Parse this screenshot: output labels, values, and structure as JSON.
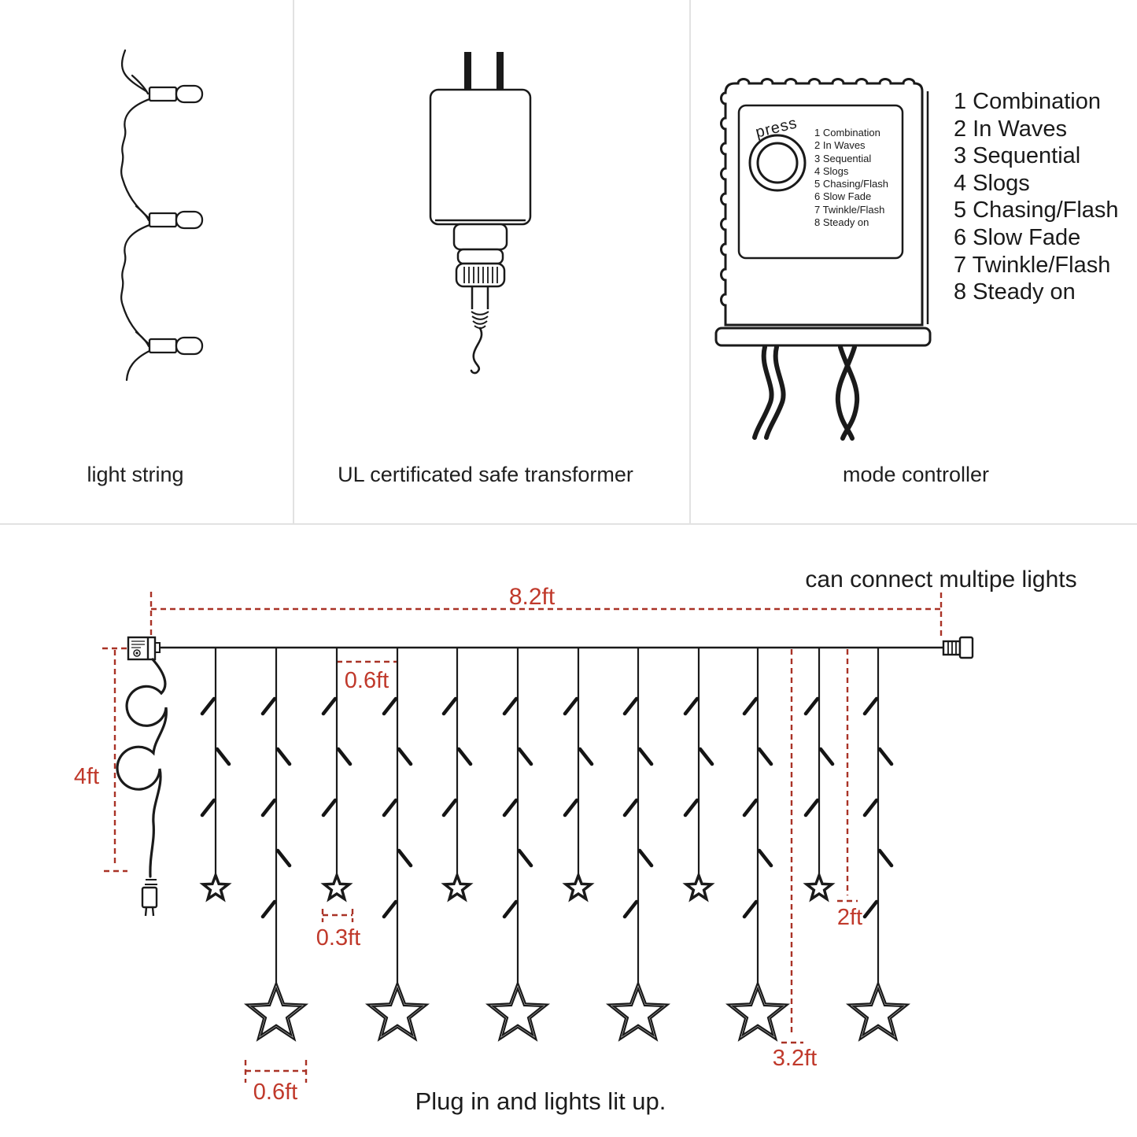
{
  "panels": {
    "light_string": {
      "caption": "light string"
    },
    "transformer": {
      "caption": "UL certificated safe transformer"
    },
    "controller": {
      "caption": "mode controller",
      "press_label": "press",
      "modes": [
        "1 Combination",
        "2 In Waves",
        "3 Sequential",
        "4 Slogs",
        "5 Chasing/Flash",
        "6 Slow Fade",
        "7 Twinkle/Flash",
        "8 Steady on"
      ]
    }
  },
  "diagram": {
    "connect_note": "can connect multipe lights",
    "caption": "Plug in and lights lit up.",
    "dimensions": {
      "total_width": "8.2ft",
      "drop_height": "4ft",
      "drop_spacing": "0.6ft",
      "small_star_width": "0.3ft",
      "short_drop_length": "2ft",
      "long_drop_length": "3.2ft",
      "big_star_width": "0.6ft"
    },
    "colors": {
      "dimension_line": "#a93226",
      "dimension_text": "#c0392b"
    }
  }
}
